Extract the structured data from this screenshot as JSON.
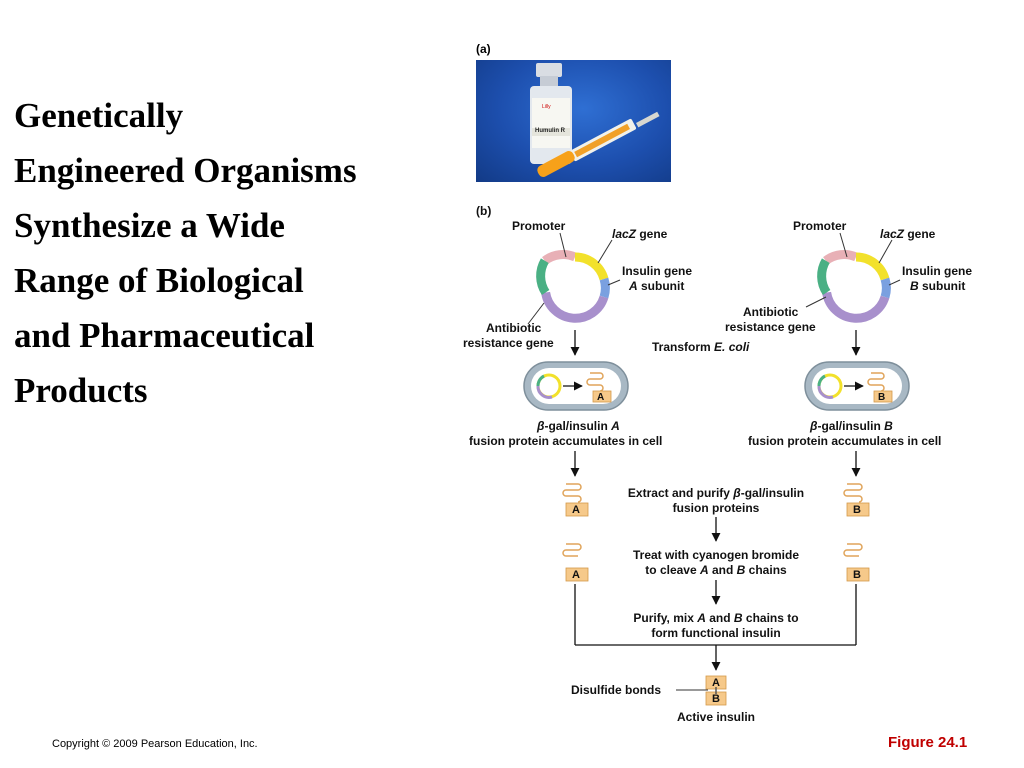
{
  "title": "Genetically\nEngineered Organisms\nSynthesize a Wide\nRange of Biological\nand Pharmaceutical\nProducts",
  "copyright": "Copyright © 2009 Pearson Education, Inc.",
  "figure_label": "Figure 24.1",
  "panel_a": {
    "label": "(a)",
    "vial_label": "Humulin R",
    "vial_brand": "Lilly"
  },
  "panel_b": {
    "label": "(b)",
    "left": {
      "promoter": "Promoter",
      "lacz_gene": "lacZ",
      "gene_suffix": " gene",
      "insulin_gene": "Insulin gene",
      "subunit_letter": "A",
      "subunit_suffix": " subunit",
      "antibiotic_line1": "Antibiotic",
      "antibiotic_line2": "resistance gene",
      "cell_chain": "A",
      "fusion_prefix": "-gal/insulin ",
      "fusion_letter": "A",
      "fusion_line2": "fusion protein accumulates in cell",
      "chain_tag": "A"
    },
    "right": {
      "promoter": "Promoter",
      "lacz_gene": "lacZ",
      "gene_suffix": " gene",
      "insulin_gene": "Insulin gene",
      "subunit_letter": "B",
      "subunit_suffix": " subunit",
      "antibiotic_line1": "Antibiotic",
      "antibiotic_line2": "resistance gene",
      "cell_chain": "B",
      "fusion_prefix": "-gal/insulin ",
      "fusion_letter": "B",
      "fusion_line2": "fusion protein accumulates in cell",
      "chain_tag": "B"
    },
    "beta": "β",
    "transform_prefix": "Transform ",
    "transform_italic": "E. coli",
    "step_extract_line1_prefix": "Extract and purify ",
    "step_extract_line1_suffix": "-gal/insulin",
    "step_extract_line2": "fusion proteins",
    "step_treat_line1": "Treat with cyanogen bromide",
    "step_treat_line2_pre": "to cleave ",
    "step_treat_line2_a": "A",
    "step_treat_line2_mid": " and ",
    "step_treat_line2_b": "B",
    "step_treat_line2_post": " chains",
    "step_purify_line1_pre": "Purify, mix ",
    "step_purify_line1_a": "A",
    "step_purify_line1_mid": " and ",
    "step_purify_line1_b": "B",
    "step_purify_line1_post": " chains to",
    "step_purify_line2": "form functional insulin",
    "disulfide": "Disulfide bonds",
    "active_insulin": "Active insulin",
    "final_a": "A",
    "final_b": "B"
  }
}
